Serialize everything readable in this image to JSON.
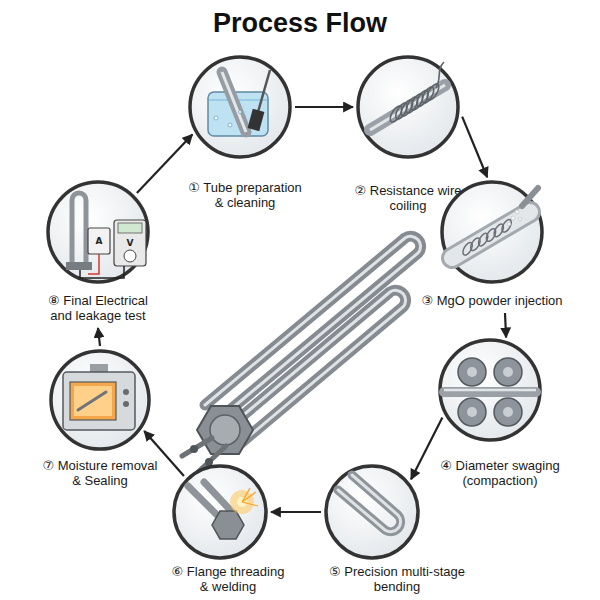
{
  "diagram": {
    "title": "Process Flow",
    "nodes": [
      {
        "text": [
          "① Tube preparation & cleaning"
        ]
      },
      {
        "text": [
          "② Resistance wire coiling"
        ]
      },
      {
        "text": [
          "③ MgO powder injection"
        ]
      },
      {
        "text": [
          "④ Diameter swaging (compaction)"
        ]
      },
      {
        "text": [
          "⑤ Precision multi-stage bending"
        ]
      },
      {
        "text": [
          "⑥ Flange threading & welding"
        ]
      },
      {
        "text": [
          "⑦ Moisture removal & Sealing"
        ]
      },
      {
        "text": [
          "⑧ Final Electrical and leakage test"
        ]
      }
    ],
    "edges": [
      {
        "from": 0,
        "to": 1,
        "arrow": "to"
      },
      {
        "from": 1,
        "to": 2,
        "arrow": "to"
      },
      {
        "from": 2,
        "to": 3,
        "arrow": "to"
      },
      {
        "from": 3,
        "to": 4,
        "arrow": "to"
      },
      {
        "from": 4,
        "to": 5,
        "arrow": "to"
      },
      {
        "from": 5,
        "to": 6,
        "arrow": "to"
      },
      {
        "from": 6,
        "to": 7,
        "arrow": "to"
      },
      {
        "from": 7,
        "to": 0,
        "arrow": "to"
      }
    ],
    "labels": [
      "A",
      "V"
    ]
  }
}
